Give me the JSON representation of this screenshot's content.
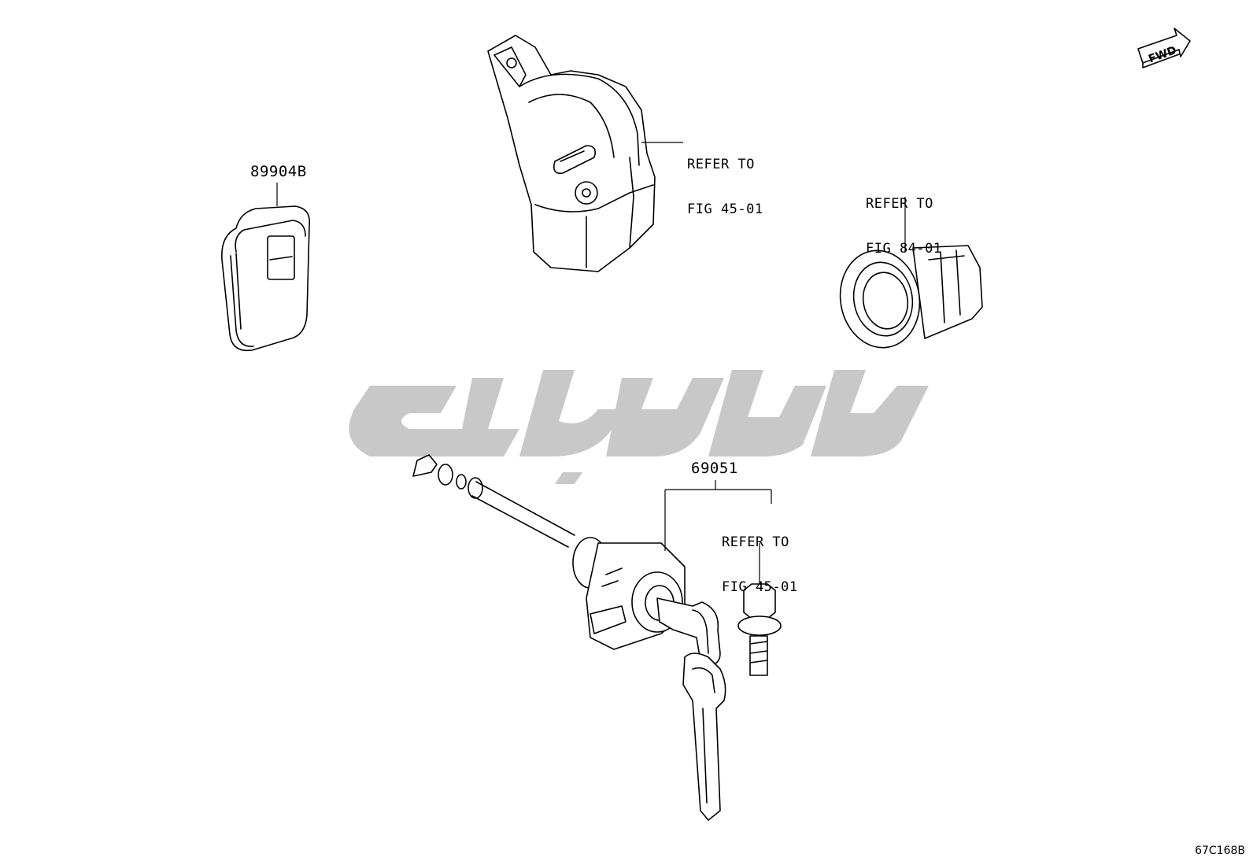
{
  "diagram": {
    "parts": [
      {
        "number": "89904B",
        "item": "smart key fob"
      },
      {
        "number": "69051",
        "item": "door lock cylinder set with keys"
      }
    ],
    "references": [
      {
        "line1": "REFER TO",
        "line2": "FIG 45-01"
      },
      {
        "line1": "REFER TO",
        "line2": "FIG 84-01"
      },
      {
        "line1": "REFER TO",
        "line2": "FIG 45-01"
      }
    ],
    "direction_marker": "FWD",
    "figure_code": "67C168B",
    "icons": [
      "fwd-arrow-icon"
    ],
    "colors": {
      "line": "#000000",
      "watermark": "#c8c8c8",
      "background": "#ffffff"
    }
  }
}
